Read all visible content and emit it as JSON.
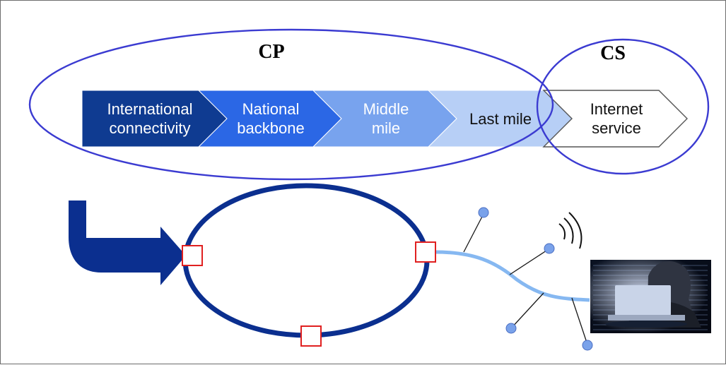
{
  "diagram": {
    "groups": {
      "cp": {
        "label": "CP"
      },
      "cs": {
        "label": "CS"
      }
    },
    "stages": [
      {
        "line1": "International",
        "line2": "connectivity",
        "fill": "#0f3b91",
        "text_color": "#ffffff"
      },
      {
        "line1": "National",
        "line2": "backbone",
        "fill": "#2b67e5",
        "text_color": "#ffffff"
      },
      {
        "line1": "Middle",
        "line2": "mile",
        "fill": "#78a3ee",
        "text_color": "#ffffff"
      },
      {
        "line1": "Last mile",
        "line2": "",
        "fill": "#b7cff6",
        "text_color": "#111111"
      },
      {
        "line1": "Internet",
        "line2": "service",
        "fill": "#ffffff",
        "text_color": "#111111"
      }
    ],
    "colors": {
      "ellipse_outline": "#3b3bd1",
      "ring": "#0b2f8f",
      "arrow": "#0b2f8f",
      "junction_border": "#e02020",
      "access_line": "#86b8f1",
      "nodes": "#7aa2ea"
    },
    "icons": {
      "arrow": "bent-arrow-icon",
      "signal": "wireless-signal-icon",
      "user": "hooded-user-laptop-icon"
    }
  }
}
